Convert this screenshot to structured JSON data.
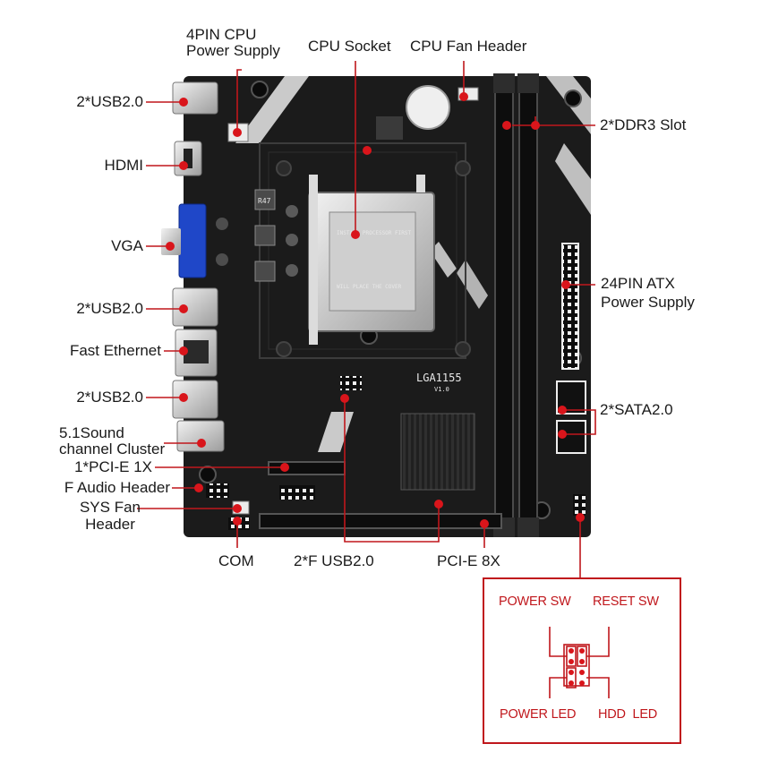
{
  "labels": {
    "cpu_power": "4PIN CPU\nPower Supply",
    "cpu_socket": "CPU Socket",
    "cpu_fan": "CPU Fan Header",
    "usb_top": "2*USB2.0",
    "hdmi": "HDMI",
    "vga": "VGA",
    "usb_mid": "2*USB2.0",
    "ethernet": "Fast Ethernet",
    "usb_low": "2*USB2.0",
    "sound": "5.1Sound\nchannel Cluster",
    "pcie1x": "1*PCI-E 1X",
    "f_audio": "F Audio Header",
    "sys_fan": "SYS Fan\nHeader",
    "com": "COM",
    "f_usb": "2*F USB2.0",
    "pcie8x": "PCI-E 8X",
    "ddr3": "2*DDR3 Slot",
    "atx": "24PIN ATX\nPower Supply",
    "sata": "2*SATA2.0"
  },
  "panel": {
    "power_sw": "POWER SW",
    "reset_sw": "RESET SW",
    "power_led": "POWER LED",
    "hdd_led": "HDD  LED"
  },
  "board_text": {
    "socket_name": "LGA1155",
    "socket_rev": "V1.0",
    "cap_mark": "R47"
  },
  "colors": {
    "pcb": "#1b1b1b",
    "callout_dot": "#d9151b",
    "callout_line": "#c0171c",
    "vga_port": "#1f47c8"
  }
}
